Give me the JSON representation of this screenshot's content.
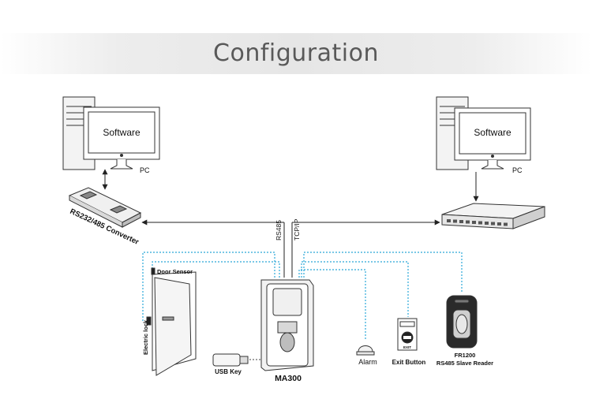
{
  "header": {
    "title": "Configuration"
  },
  "diagram": {
    "pc_left": {
      "screen_text": "Software",
      "label": "PC"
    },
    "pc_right": {
      "screen_text": "Software",
      "label": "PC"
    },
    "converter_label": "RS232/485 Converter",
    "link_rs485": "RS485",
    "link_tcpip": "TCP/IP",
    "door_sensor_label": "Door Sensor",
    "electric_lock_label": "Electric lock",
    "usb_key_label": "USB Key",
    "device_label": "MA300",
    "alarm_label": "Alarm",
    "exit_button_label": "Exit Button",
    "exit_button_face_text": "EXIT",
    "slave_reader_model": "FR1200",
    "slave_reader_label": "RS485 Slave Reader"
  }
}
